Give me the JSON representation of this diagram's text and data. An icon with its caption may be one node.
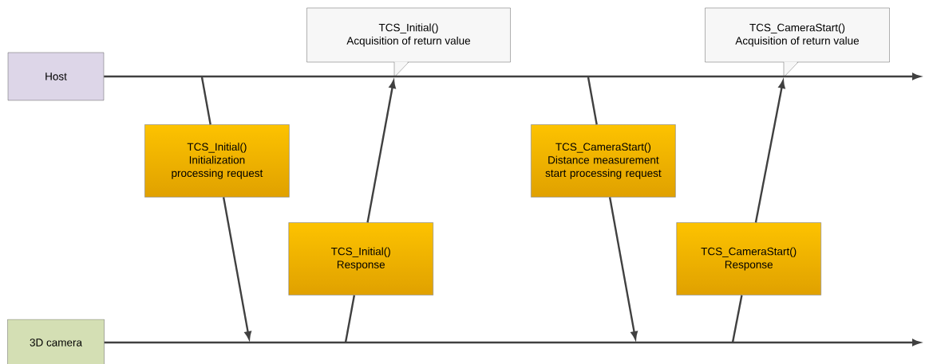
{
  "diagram": {
    "nodes": [
      {
        "text": [
          "Host"
        ]
      },
      {
        "text": [
          "3D camera"
        ]
      },
      {
        "text": [
          "TCS_Initial()",
          "Acquisition of return value"
        ]
      },
      {
        "text": [
          "TCS_CameraStart()",
          "Acquisition of return value"
        ]
      },
      {
        "text": [
          "TCS_Initial()",
          "Initialization processing request"
        ]
      },
      {
        "text": [
          "TCS_Initial()",
          "Response"
        ]
      },
      {
        "text": [
          "TCS_CameraStart()",
          "Distance measurement start processing request"
        ]
      },
      {
        "text": [
          "TCS_CameraStart()",
          "Response"
        ]
      }
    ],
    "edges": [
      {
        "from": 0,
        "to": null,
        "arrow": "to"
      },
      {
        "from": 1,
        "to": null,
        "arrow": "to"
      },
      {
        "from": null,
        "to": 4,
        "arrow": "none"
      },
      {
        "from": 4,
        "to": null,
        "arrow": "to"
      },
      {
        "from": null,
        "to": 5,
        "arrow": "none"
      },
      {
        "from": 5,
        "to": 2,
        "arrow": "to"
      },
      {
        "from": null,
        "to": 6,
        "arrow": "none"
      },
      {
        "from": 6,
        "to": null,
        "arrow": "to"
      },
      {
        "from": null,
        "to": 7,
        "arrow": "none"
      },
      {
        "from": 7,
        "to": 3,
        "arrow": "to"
      }
    ]
  }
}
